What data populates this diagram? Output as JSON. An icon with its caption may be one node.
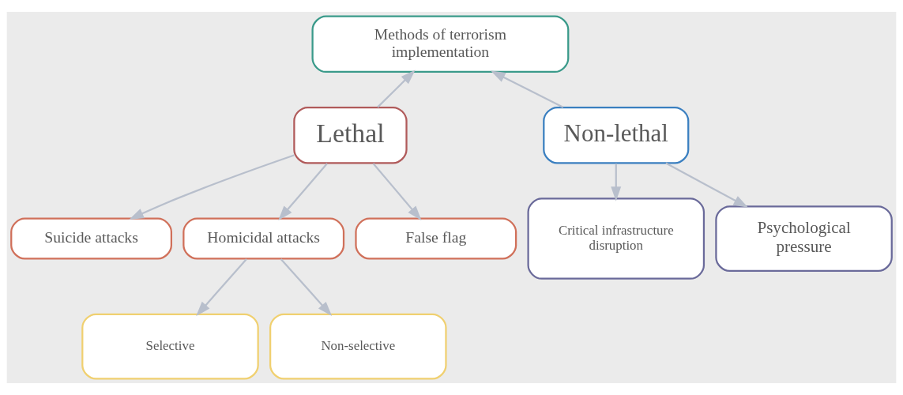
{
  "diagram": {
    "nodes": [
      {
        "text": [
          "Methods of terrorism implementation"
        ]
      },
      {
        "text": [
          "Lethal"
        ]
      },
      {
        "text": [
          "Non-lethal"
        ]
      },
      {
        "text": [
          "Suicide attacks"
        ]
      },
      {
        "text": [
          "Homicidal attacks"
        ]
      },
      {
        "text": [
          "False flag"
        ]
      },
      {
        "text": [
          "Selective"
        ]
      },
      {
        "text": [
          "Non-selective"
        ]
      },
      {
        "text": [
          "Critical infrastructure disruption"
        ]
      },
      {
        "text": [
          "Psychological pressure"
        ]
      }
    ],
    "edges": [
      {
        "from": 1,
        "to": 0,
        "arrow": "to"
      },
      {
        "from": 2,
        "to": 0,
        "arrow": "to"
      },
      {
        "from": 1,
        "to": 3,
        "arrow": "to"
      },
      {
        "from": 1,
        "to": 4,
        "arrow": "to"
      },
      {
        "from": 1,
        "to": 5,
        "arrow": "to"
      },
      {
        "from": 4,
        "to": 6,
        "arrow": "to"
      },
      {
        "from": 4,
        "to": 7,
        "arrow": "to"
      },
      {
        "from": 2,
        "to": 8,
        "arrow": "to"
      },
      {
        "from": 2,
        "to": 9,
        "arrow": "to"
      }
    ]
  }
}
